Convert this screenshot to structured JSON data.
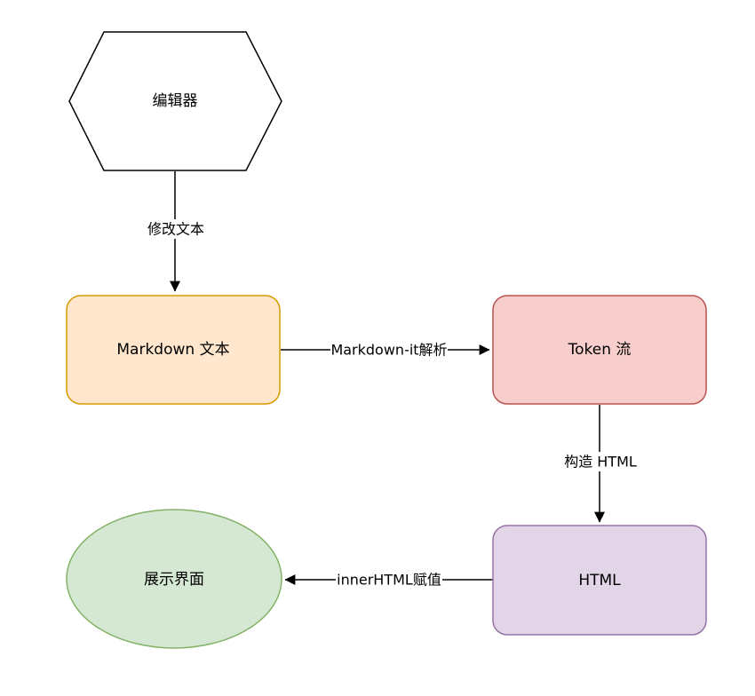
{
  "diagram": {
    "title": "Markdown rendering flow",
    "background": "#ffffff",
    "nodes": {
      "editor": {
        "label": "编辑器",
        "shape": "hexagon",
        "fill": "#ffffff",
        "stroke": "#000000"
      },
      "markdown": {
        "label": "Markdown 文本",
        "shape": "rounded-rect",
        "fill": "#ffe6cc",
        "stroke": "#d79b00"
      },
      "token": {
        "label": "Token 流",
        "shape": "rounded-rect",
        "fill": "#f8cecc",
        "stroke": "#b85450"
      },
      "html": {
        "label": "HTML",
        "shape": "rounded-rect",
        "fill": "#e1d5e7",
        "stroke": "#9673a6"
      },
      "display": {
        "label": "展示界面",
        "shape": "ellipse",
        "fill": "#d5e8d4",
        "stroke": "#82b366"
      }
    },
    "edges": {
      "modify": {
        "label": "修改文本",
        "from": "editor",
        "to": "markdown"
      },
      "parse": {
        "label": "Markdown-it解析",
        "from": "markdown",
        "to": "token"
      },
      "build": {
        "label": "构造 HTML",
        "from": "token",
        "to": "html"
      },
      "assign": {
        "label": "innerHTML赋值",
        "from": "html",
        "to": "display"
      }
    },
    "arrow_color": "#000000"
  }
}
